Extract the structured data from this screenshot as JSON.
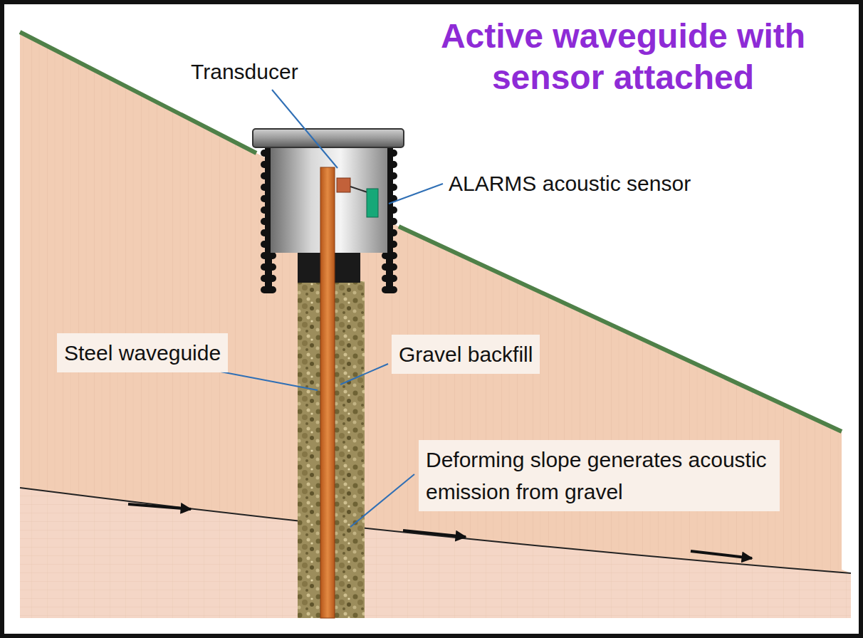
{
  "diagram": {
    "title": "Active waveguide with sensor attached",
    "nodes": [
      {
        "text": [
          "Steel waveguide"
        ]
      },
      {
        "text": [
          "Gravel backfill"
        ]
      },
      {
        "text": [
          "Deforming slope generates acoustic emission from gravel"
        ]
      }
    ],
    "labels": [
      "Transducer",
      "ALARMS acoustic sensor"
    ]
  }
}
